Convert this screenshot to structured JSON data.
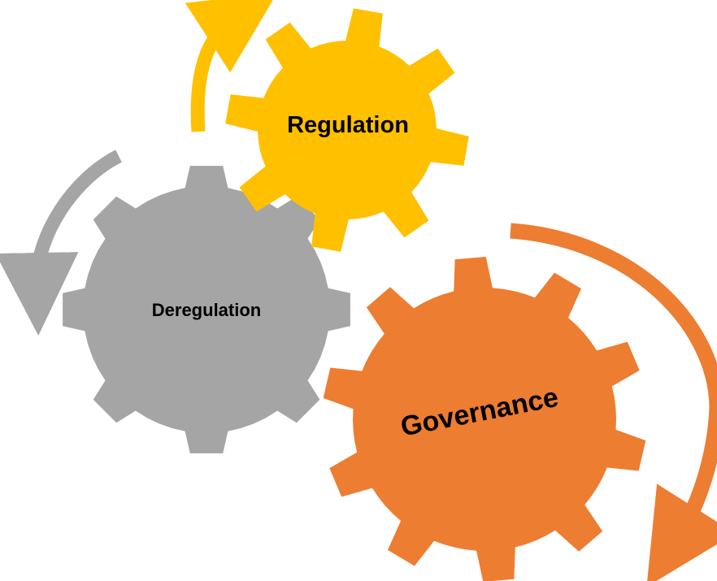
{
  "diagram": {
    "gears": [
      {
        "id": "regulation",
        "label": "Regulation",
        "color": "#FFC000"
      },
      {
        "id": "deregulation",
        "label": "Deregulation",
        "color": "#A5A5A5"
      },
      {
        "id": "governance",
        "label": "Governance",
        "color": "#ED7D31"
      }
    ],
    "arrows": [
      {
        "id": "regulation-arrow",
        "color": "#FFC000",
        "direction": "clockwise"
      },
      {
        "id": "deregulation-arrow",
        "color": "#A5A5A5",
        "direction": "counterclockwise"
      },
      {
        "id": "governance-arrow",
        "color": "#ED7D31",
        "direction": "clockwise"
      }
    ]
  }
}
